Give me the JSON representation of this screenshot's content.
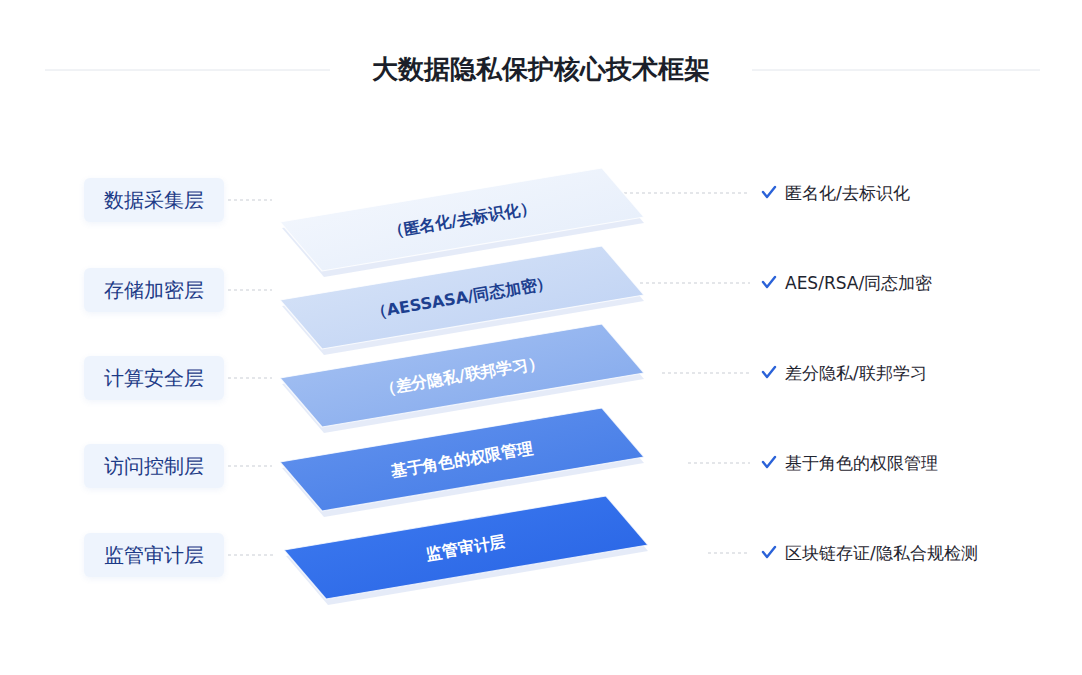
{
  "diagram": {
    "title": "大数据隐私保护核心技术框架",
    "nodes": [
      {
        "text": [
          "数据采集层"
        ]
      },
      {
        "text": [
          "存储加密层"
        ]
      },
      {
        "text": [
          "计算安全层"
        ]
      },
      {
        "text": [
          "访问控制层"
        ]
      },
      {
        "text": [
          "监管审计层"
        ]
      },
      {
        "text": [
          "（匿名化/去标识化）"
        ]
      },
      {
        "text": [
          "（AESSASA/同态加密）"
        ]
      },
      {
        "text": [
          "（差分隐私/联邦学习）"
        ]
      },
      {
        "text": [
          "基于角色的权限管理"
        ]
      },
      {
        "text": [
          "监管审计层"
        ]
      }
    ],
    "edges": [
      {
        "from": 0,
        "to": 5,
        "arrow": "none"
      },
      {
        "from": 1,
        "to": 6,
        "arrow": "none"
      },
      {
        "from": 2,
        "to": 7,
        "arrow": "none"
      },
      {
        "from": 3,
        "to": 8,
        "arrow": "none"
      },
      {
        "from": 4,
        "to": 9,
        "arrow": "none"
      }
    ],
    "labels": [
      "匿名化/去标识化",
      "AES/RSA/同态加密",
      "差分隐私/联邦学习",
      "基于角色的权限管理",
      "区块链存证/隐私合规检测"
    ]
  }
}
